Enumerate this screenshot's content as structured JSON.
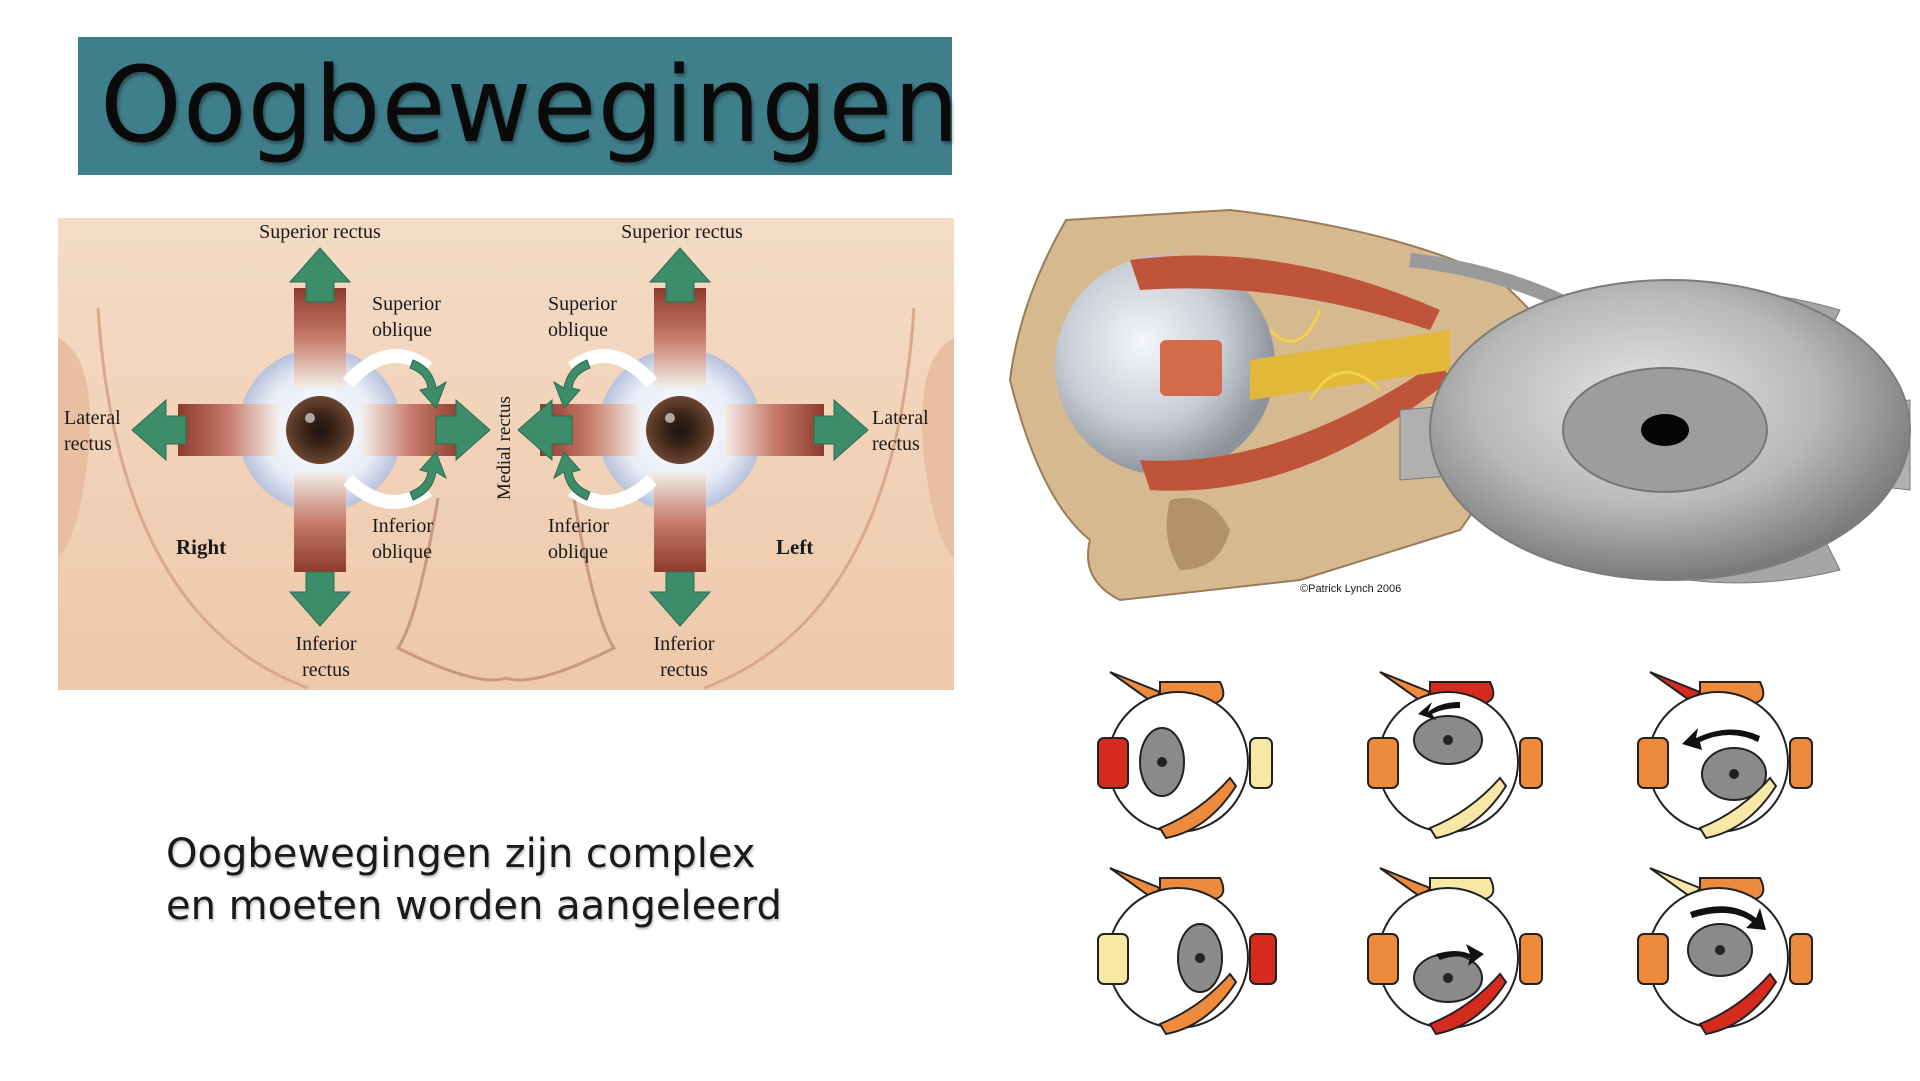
{
  "slide": {
    "title": "Oogbewegingen",
    "caption_line1": "Oogbewegingen zijn complex",
    "caption_line2": "en moeten worden aangeleerd"
  },
  "face_diagram": {
    "label_superior_rectus_right": "Superior rectus",
    "label_superior_rectus_left": "Superior rectus",
    "label_superior_oblique_right_1": "Superior",
    "label_superior_oblique_right_2": "oblique",
    "label_superior_oblique_left_1": "Superior",
    "label_superior_oblique_left_2": "oblique",
    "label_lateral_rectus_right_1": "Lateral",
    "label_lateral_rectus_right_2": "rectus",
    "label_lateral_rectus_left_1": "Lateral",
    "label_lateral_rectus_left_2": "rectus",
    "label_medial_rectus": "Medial rectus",
    "label_inferior_oblique_right_1": "Inferior",
    "label_inferior_oblique_right_2": "oblique",
    "label_inferior_oblique_left_1": "Inferior",
    "label_inferior_oblique_left_2": "oblique",
    "label_inferior_rectus_right_1": "Inferior",
    "label_inferior_rectus_right_2": "rectus",
    "label_inferior_rectus_left_1": "Inferior",
    "label_inferior_rectus_left_2": "rectus",
    "label_right": "Right",
    "label_left": "Left",
    "arrow_color": "#3d8c6a",
    "skin_color": "#f1d2b8"
  },
  "anatomy_illustration": {
    "credit": "©Patrick Lynch 2006"
  },
  "muscle_diagram": {
    "colors": {
      "active_strong": "#d42b1e",
      "active_medium": "#ee8a3c",
      "relaxed": "#f8e8a6"
    }
  }
}
